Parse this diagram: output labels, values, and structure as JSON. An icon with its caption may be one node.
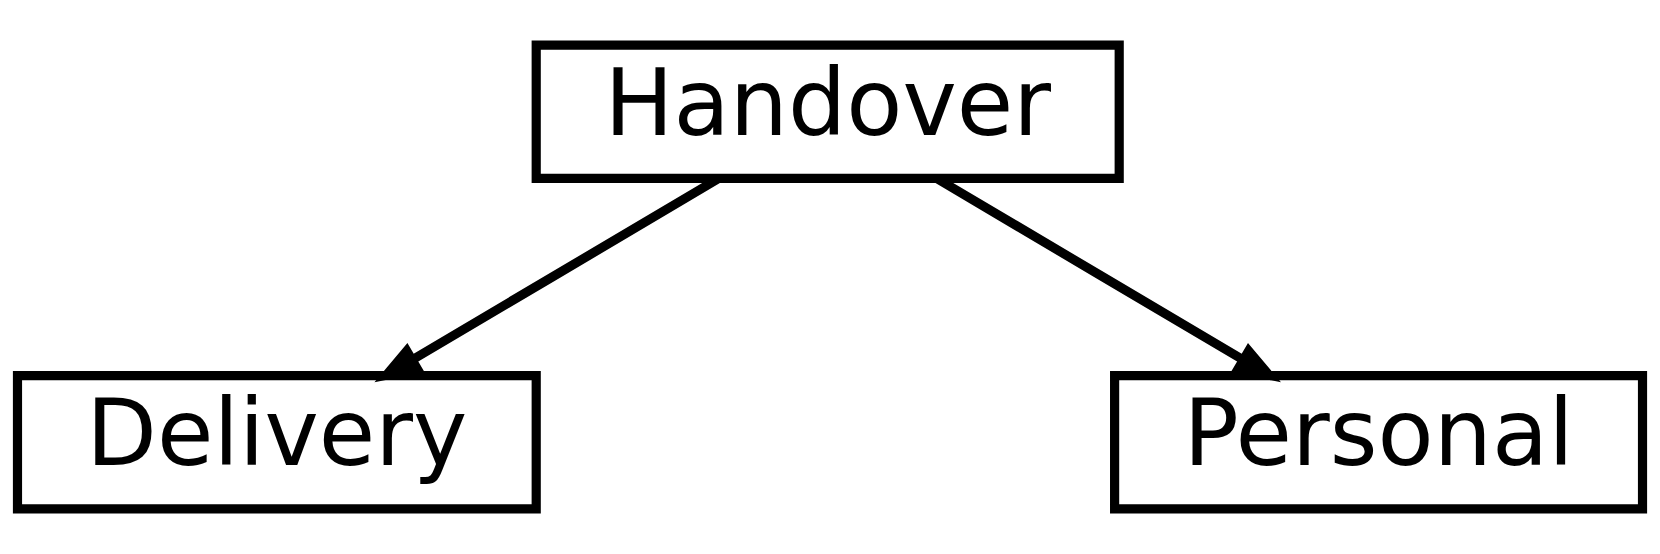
{
  "diagram": {
    "nodes": [
      {
        "text": [
          "Handover"
        ]
      },
      {
        "text": [
          "Delivery"
        ]
      },
      {
        "text": [
          "Personal"
        ]
      }
    ],
    "edges": [
      {
        "from": 0,
        "to": 1,
        "arrow": "to"
      },
      {
        "from": 0,
        "to": 2,
        "arrow": "to"
      }
    ]
  }
}
